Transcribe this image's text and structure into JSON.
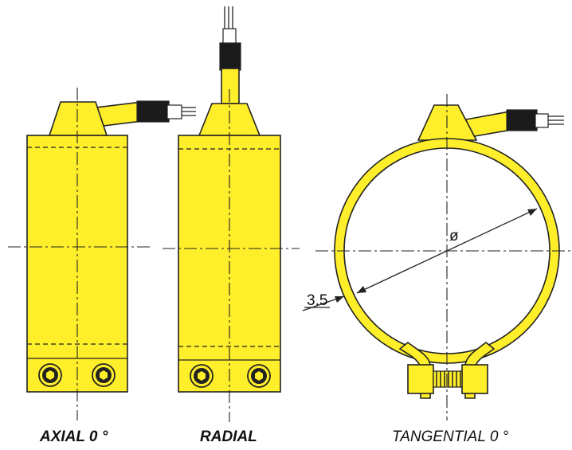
{
  "captions": {
    "axial": "AXIAL 0 °",
    "radial": "RADIAL",
    "tangential": "TANGENTIAL 0 °"
  },
  "dimensions": {
    "diameter_symbol": "ø",
    "wall_thickness": "3.5"
  },
  "colors": {
    "body": "#ffee2a",
    "outline": "#222222",
    "cable_sheath": "#1a1a1a",
    "background": "#ffffff"
  }
}
